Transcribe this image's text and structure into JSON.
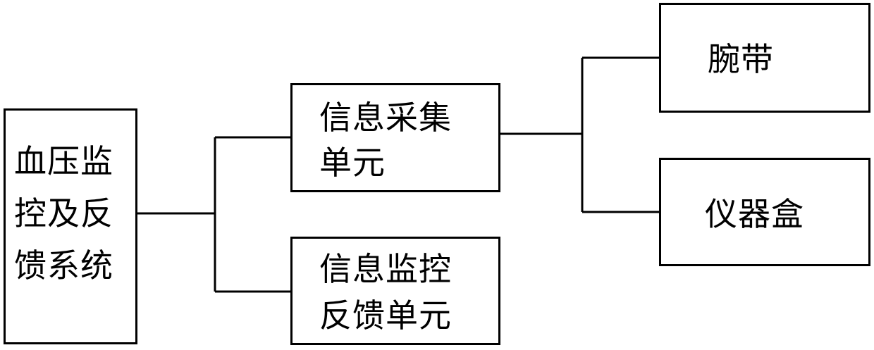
{
  "diagram": {
    "nodes": {
      "root": {
        "label": "血压监\n控及反\n馈系统"
      },
      "collect": {
        "label": "信息采集\n单元"
      },
      "feedback": {
        "label": "信息监控\n反馈单元"
      },
      "wrist": {
        "label": "腕带"
      },
      "device": {
        "label": "仪器盒"
      }
    },
    "edges": [
      {
        "from": "root",
        "to": "collect"
      },
      {
        "from": "root",
        "to": "feedback"
      },
      {
        "from": "collect",
        "to": "wrist"
      },
      {
        "from": "collect",
        "to": "device"
      }
    ],
    "line_color": "#000000",
    "box_border_color": "#000000",
    "background_color": "#ffffff"
  }
}
